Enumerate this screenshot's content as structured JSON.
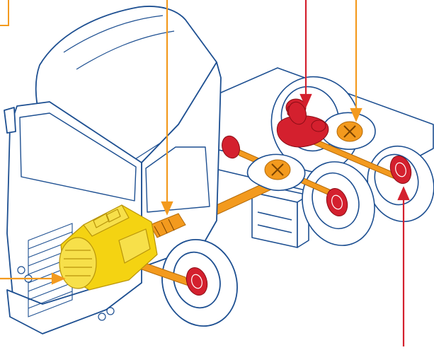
{
  "diagram": {
    "subject": "truck-tractor-drivetrain-cutaway",
    "colors": {
      "outline": "#1d4f91",
      "engine": "#f4d312",
      "engine_stroke": "#b8940a",
      "drivetrain_orange": "#f39a1e",
      "wheel_red": "#d4202e",
      "callout_orange": "#f39a1e",
      "callout_red": "#d4202e",
      "background": "#ffffff"
    },
    "components": [
      {
        "id": "engine",
        "color": "engine"
      },
      {
        "id": "gearbox",
        "color": "drivetrain_orange"
      },
      {
        "id": "drive-shaft",
        "color": "drivetrain_orange"
      },
      {
        "id": "front-axle",
        "color": "drivetrain_orange"
      },
      {
        "id": "rear-axles",
        "color": "drivetrain_orange"
      },
      {
        "id": "differential",
        "color": "drivetrain_orange"
      },
      {
        "id": "fifth-wheel-coupling",
        "color": "wheel_red"
      },
      {
        "id": "wheel-hubs",
        "color": "wheel_red"
      }
    ],
    "callouts": [
      {
        "id": "engine-callout",
        "color": "callout_orange"
      },
      {
        "id": "gearbox-callout",
        "color": "callout_orange"
      },
      {
        "id": "differential-callout",
        "color": "callout_orange"
      },
      {
        "id": "coupling-callout",
        "color": "callout_red"
      },
      {
        "id": "rear-hub-callout",
        "color": "callout_red"
      }
    ]
  }
}
